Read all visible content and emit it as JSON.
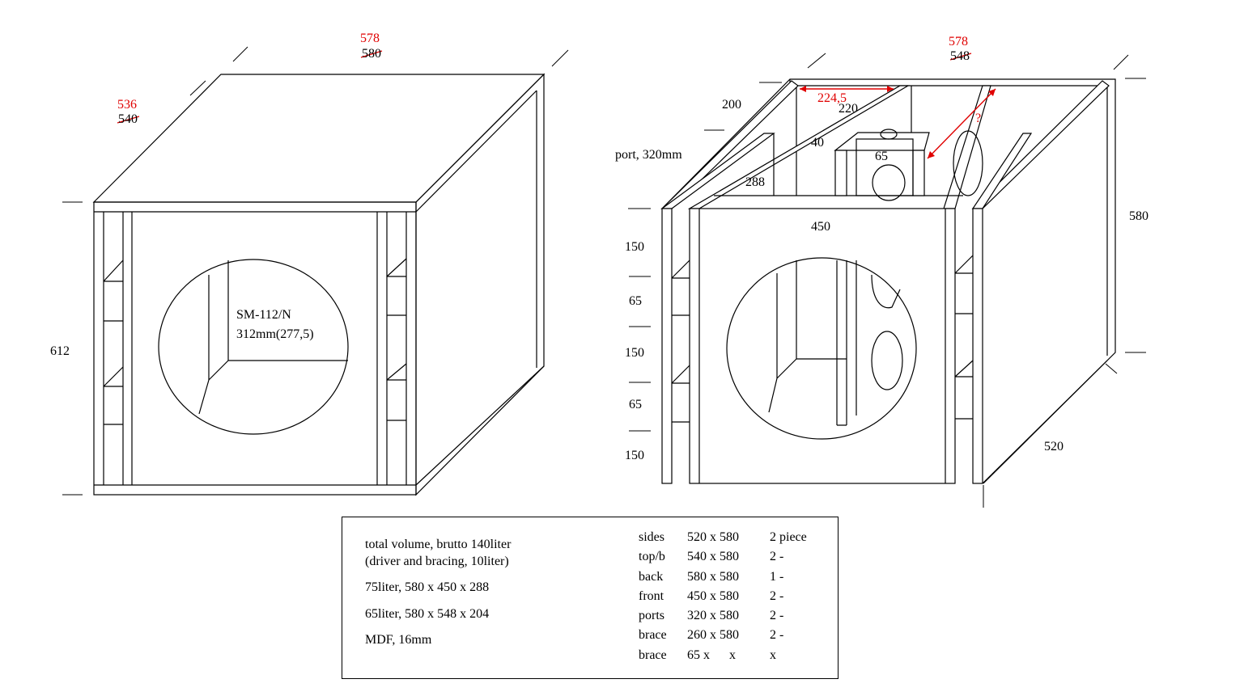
{
  "left_box": {
    "top_dim_new": "578",
    "top_dim_old": "580",
    "depth_dim_new": "536",
    "depth_dim_old": "540",
    "height_dim": "612",
    "driver_model": "SM-112/N",
    "driver_size": "312mm(277,5)"
  },
  "right_box": {
    "top_dim_new": "578",
    "top_dim_old": "548",
    "inner_dim_red": "224,5",
    "dim_220": "220",
    "dim_200": "200",
    "question_mark": "?",
    "dim_40": "40",
    "dim_65_top": "65",
    "port_label": "port, 320mm",
    "dim_288": "288",
    "dim_450": "450",
    "dim_580": "580",
    "dim_520": "520",
    "stack": [
      "150",
      "65",
      "150",
      "65",
      "150"
    ]
  },
  "info": {
    "notes": [
      "total volume, brutto 140liter",
      "(driver and bracing, 10liter)",
      "75liter, 580 x 450 x 288",
      "65liter, 580 x 548 x 204",
      "MDF, 16mm"
    ],
    "parts": [
      {
        "name": "sides",
        "size": "520 x 580",
        "qty": "2 piece"
      },
      {
        "name": "top/b",
        "size": "540 x 580",
        "qty": "2 -"
      },
      {
        "name": "back",
        "size": "580 x 580",
        "qty": "1 -"
      },
      {
        "name": "front",
        "size": "450 x 580",
        "qty": "2 -"
      },
      {
        "name": "ports",
        "size": "320 x 580",
        "qty": "2 -"
      },
      {
        "name": "brace",
        "size": "260 x 580",
        "qty": "2 -"
      },
      {
        "name": "brace",
        "size": "65 x      x",
        "qty": "x"
      }
    ]
  }
}
